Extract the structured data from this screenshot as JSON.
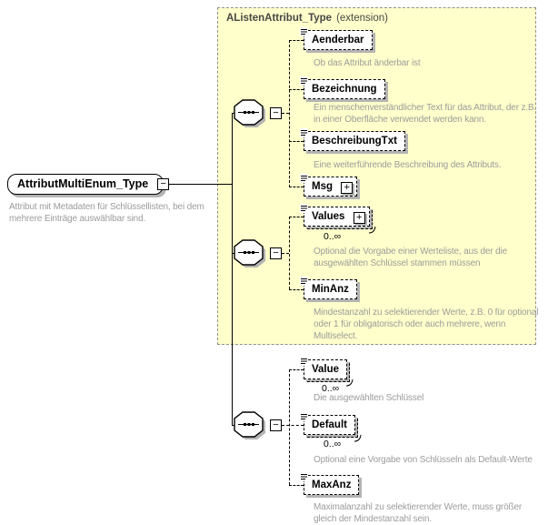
{
  "colors": {
    "extension_bg": "#FFFFCB",
    "extension_border": "#8F8F8F",
    "box_shadow": "#B4B4B4",
    "annotation_text": "#9C9C9C",
    "connector": "#000000"
  },
  "icons": {
    "plus": "+",
    "minus": "−"
  },
  "root": {
    "name": "AttributMultiEnum_Type",
    "annotation": "Attribut mit Metadaten für Schlüssellisten, bei dem mehrere Einträge auswählbar sind."
  },
  "extension": {
    "name": "AListenAttribut_Type",
    "suffix": "(extension)"
  },
  "elements": [
    {
      "name": "Aenderbar",
      "annotation": "Ob das Attribut änderbar ist"
    },
    {
      "name": "Bezeichnung",
      "annotation": "Ein menschenverständlicher Text für das Attribut, der z.B. in einer Oberfläche verwendet werden kann."
    },
    {
      "name": "BeschreibungTxt",
      "annotation": "Eine weiterführende Beschreibung des Attributs."
    },
    {
      "name": "Msg"
    },
    {
      "name": "Values",
      "occurs": "0..∞",
      "annotation": "Optional die Vorgabe einer Werteliste, aus der die ausgewählten Schlüssel stammen müssen"
    },
    {
      "name": "MinAnz",
      "annotation": "Mindestanzahl zu selektierender Werte, z.B. 0 für optional oder 1 für obligatorisch oder auch mehrere, wenn Multiselect."
    },
    {
      "name": "Value",
      "occurs": "0..∞",
      "annotation": "Die ausgewählten Schlüssel"
    },
    {
      "name": "Default",
      "occurs": "0..∞",
      "annotation": "Optional eine Vorgabe von Schlüsseln als Default-Werte"
    },
    {
      "name": "MaxAnz",
      "annotation": "Maximalanzahl zu selektierender Werte, muss größer gleich der Mindestanzahl sein."
    }
  ]
}
